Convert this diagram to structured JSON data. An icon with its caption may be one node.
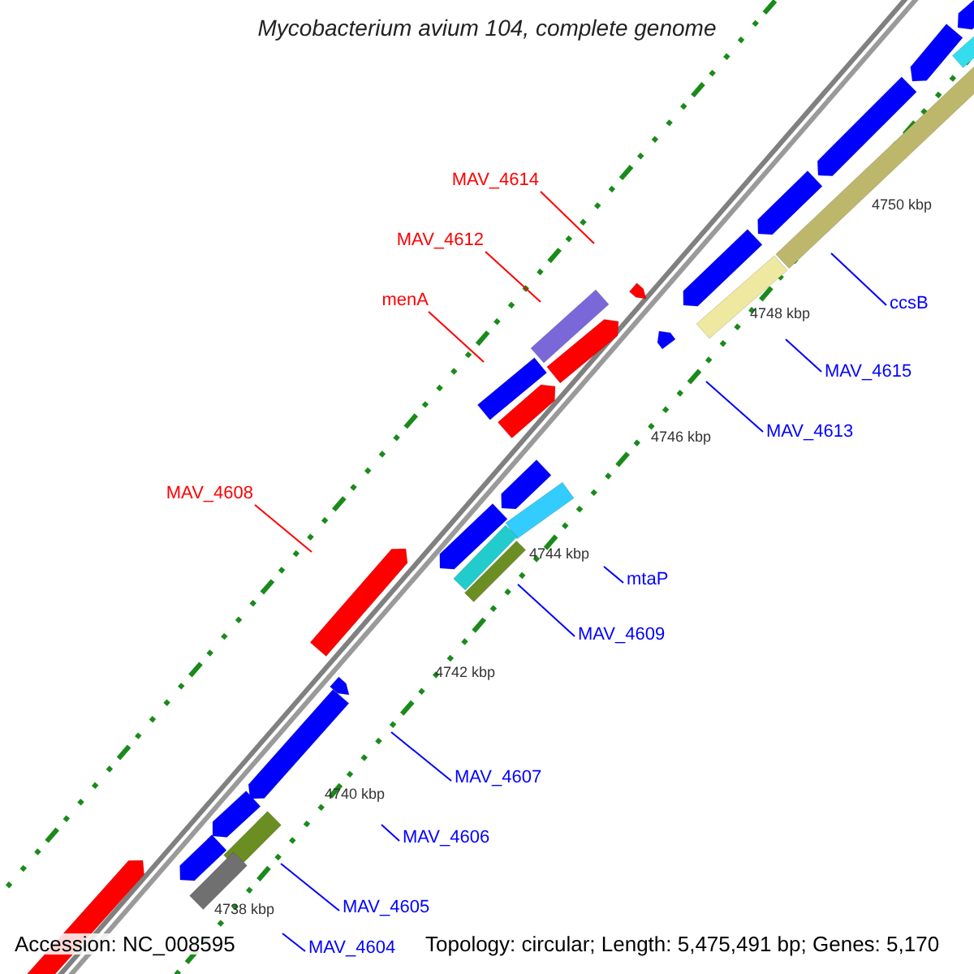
{
  "diagram": {
    "title": "Mycobacterium avium 104, complete genome",
    "nodes": [
      {
        "text": [
          "MAV_4614"
        ]
      },
      {
        "text": [
          "MAV_4612"
        ]
      },
      {
        "text": [
          "menA"
        ]
      },
      {
        "text": [
          "MAV_4608"
        ]
      },
      {
        "text": [
          "ccsB"
        ]
      },
      {
        "text": [
          "MAV_4615"
        ]
      },
      {
        "text": [
          "MAV_4613"
        ]
      },
      {
        "text": [
          "mtaP"
        ]
      },
      {
        "text": [
          "MAV_4609"
        ]
      },
      {
        "text": [
          "MAV_4607"
        ]
      },
      {
        "text": [
          "MAV_4606"
        ]
      },
      {
        "text": [
          "MAV_4605"
        ]
      },
      {
        "text": [
          "MAV_4604"
        ]
      }
    ],
    "edges": [
      {
        "from": 0,
        "to": null,
        "arrow": "none",
        "color": "#ff0000"
      },
      {
        "from": 1,
        "to": null,
        "arrow": "none",
        "color": "#ff0000"
      },
      {
        "from": 2,
        "to": null,
        "arrow": "none",
        "color": "#ff0000"
      },
      {
        "from": 3,
        "to": null,
        "arrow": "none",
        "color": "#ff0000"
      },
      {
        "from": 4,
        "to": null,
        "arrow": "none"
      },
      {
        "from": 5,
        "to": null,
        "arrow": "none"
      },
      {
        "from": 6,
        "to": null,
        "arrow": "none"
      },
      {
        "from": 7,
        "to": null,
        "arrow": "none"
      },
      {
        "from": 8,
        "to": null,
        "arrow": "none"
      },
      {
        "from": 9,
        "to": null,
        "arrow": "none"
      },
      {
        "from": 10,
        "to": null,
        "arrow": "none"
      },
      {
        "from": 11,
        "to": null,
        "arrow": "none"
      },
      {
        "from": 12,
        "to": null,
        "arrow": "none"
      }
    ],
    "labels": [
      "4750 kbp",
      "4748 kbp",
      "4746 kbp",
      "4744 kbp",
      "4742 kbp",
      "4740 kbp",
      "4738 kbp",
      "Accession: NC_008595",
      "Topology: circular; Length: 5,475,491 bp; Genes: 5,170"
    ]
  }
}
